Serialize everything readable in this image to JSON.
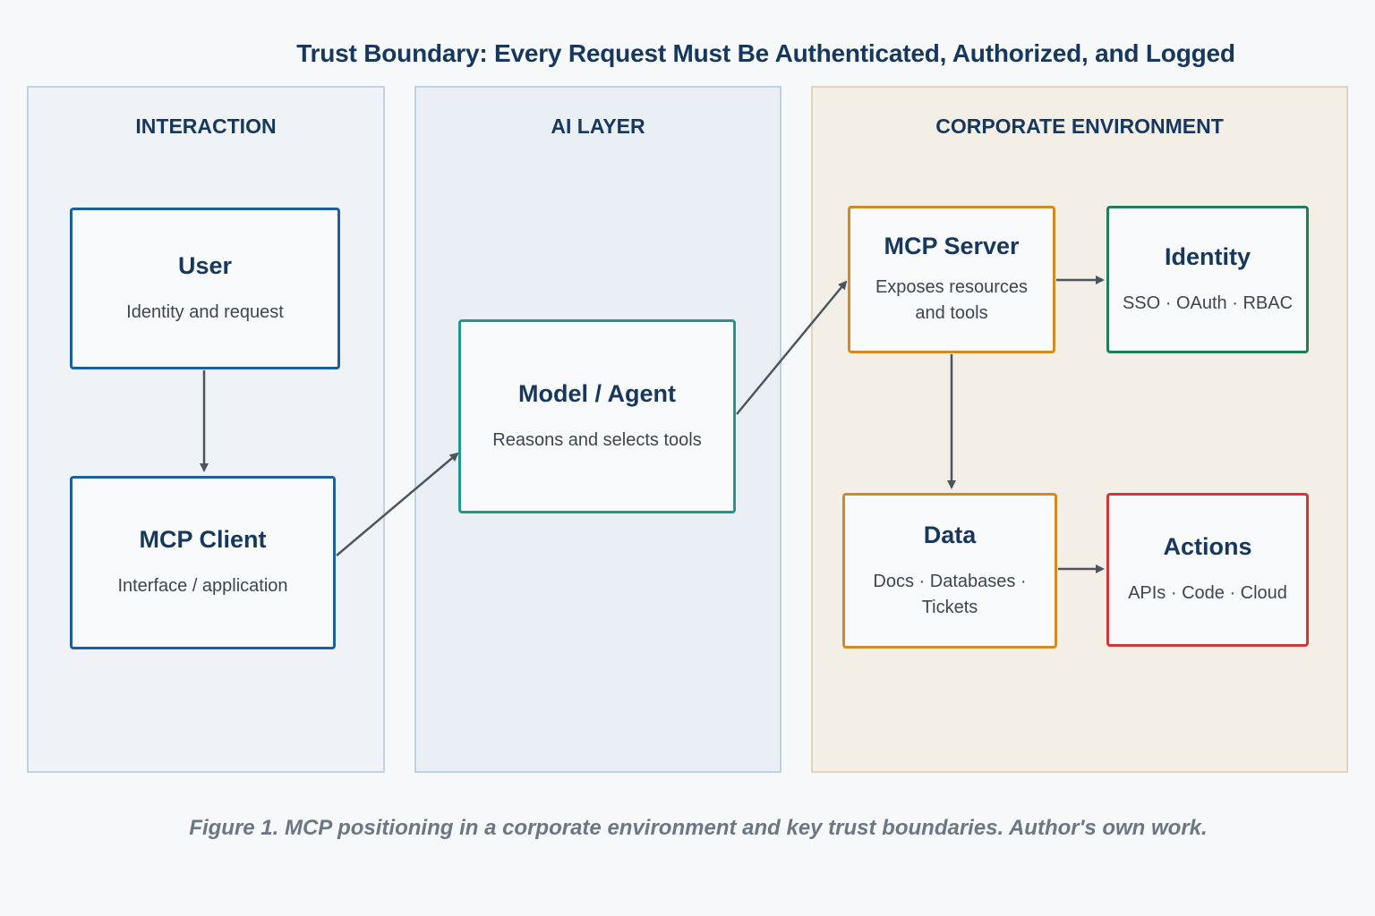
{
  "title": "Trust Boundary: Every Request Must Be Authenticated, Authorized, and Logged",
  "zones": {
    "interaction": "INTERACTION",
    "ai_layer": "AI LAYER",
    "corporate": "CORPORATE ENVIRONMENT"
  },
  "nodes": {
    "user": {
      "title": "User",
      "subtitle": "Identity and request"
    },
    "mcp_client": {
      "title": "MCP Client",
      "subtitle": "Interface / application"
    },
    "model_agent": {
      "title": "Model / Agent",
      "subtitle": "Reasons and selects tools"
    },
    "mcp_server": {
      "title": "MCP Server",
      "subtitle_line1": "Exposes resources",
      "subtitle_line2": "and tools"
    },
    "identity": {
      "title": "Identity",
      "subtitle": "SSO · OAuth · RBAC"
    },
    "data": {
      "title": "Data",
      "subtitle": "Docs · Databases · Tickets"
    },
    "actions": {
      "title": "Actions",
      "subtitle": "APIs · Code · Cloud"
    }
  },
  "edges": [
    {
      "from": "User",
      "to": "MCP Client"
    },
    {
      "from": "MCP Client",
      "to": "Model / Agent"
    },
    {
      "from": "Model / Agent",
      "to": "MCP Server"
    },
    {
      "from": "MCP Server",
      "to": "Identity"
    },
    {
      "from": "MCP Server",
      "to": "Data"
    },
    {
      "from": "Data",
      "to": "Actions"
    }
  ],
  "caption": "Figure 1. MCP positioning in a corporate environment and key trust boundaries. Author's own work.",
  "colors": {
    "interaction_zone": "#eff2f6",
    "ai_zone": "#e9eff5",
    "corporate_zone": "#f4efe6",
    "blue": "#1d5f9c",
    "teal": "#23968f",
    "orange": "#d48a24",
    "green": "#1f7d5a",
    "red": "#d23737",
    "arrow": "#4a5560"
  }
}
